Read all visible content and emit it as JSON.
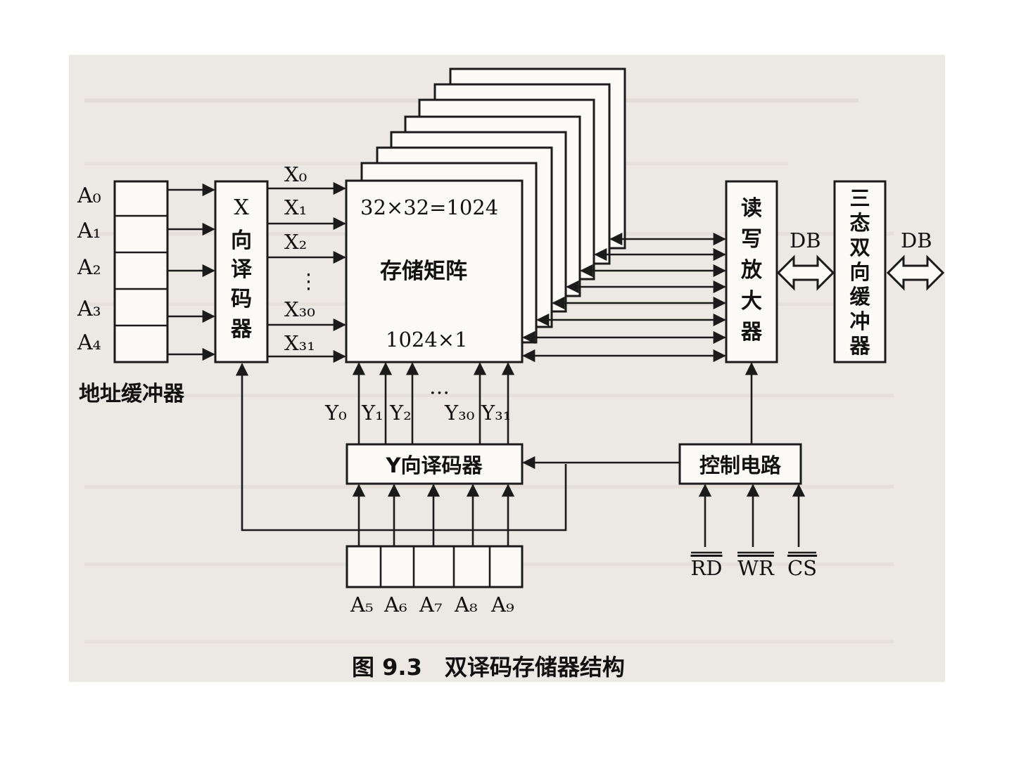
{
  "address_inputs": [
    "A₀",
    "A₁",
    "A₂",
    "A₃",
    "A₄"
  ],
  "address_buffer_label": "地址缓冲器",
  "x_decoder_chars": [
    "X",
    "向",
    "译",
    "码",
    "器"
  ],
  "x_lines": [
    "X₀",
    "X₁",
    "X₂",
    "⋮",
    "X₃₀",
    "X₃₁"
  ],
  "matrix": {
    "size_text": "32×32=1024",
    "name": "存储矩阵",
    "org_text": "1024×1"
  },
  "y_lines": [
    "Y₀",
    "Y₁",
    "Y₂",
    "…",
    "Y₃₀",
    "Y₃₁"
  ],
  "y_decoder_label": "Y向译码器",
  "y_address_inputs": [
    "A₅",
    "A₆",
    "A₇",
    "A₈",
    "A₉"
  ],
  "rw_amp_chars": [
    "读",
    "写",
    "放",
    "大",
    "器"
  ],
  "tristate_chars": [
    "三",
    "态",
    "双",
    "向",
    "缓",
    "冲",
    "器"
  ],
  "db_labels": [
    "DB",
    "DB"
  ],
  "control_label": "控制电路",
  "control_inputs": [
    "RD",
    "WR",
    "CS"
  ],
  "caption": "图 9.3　双译码存储器结构",
  "colors": {
    "ink": "#1b1b1b",
    "paper": "#ece8e3",
    "box_fill": "#fbfaf7"
  }
}
